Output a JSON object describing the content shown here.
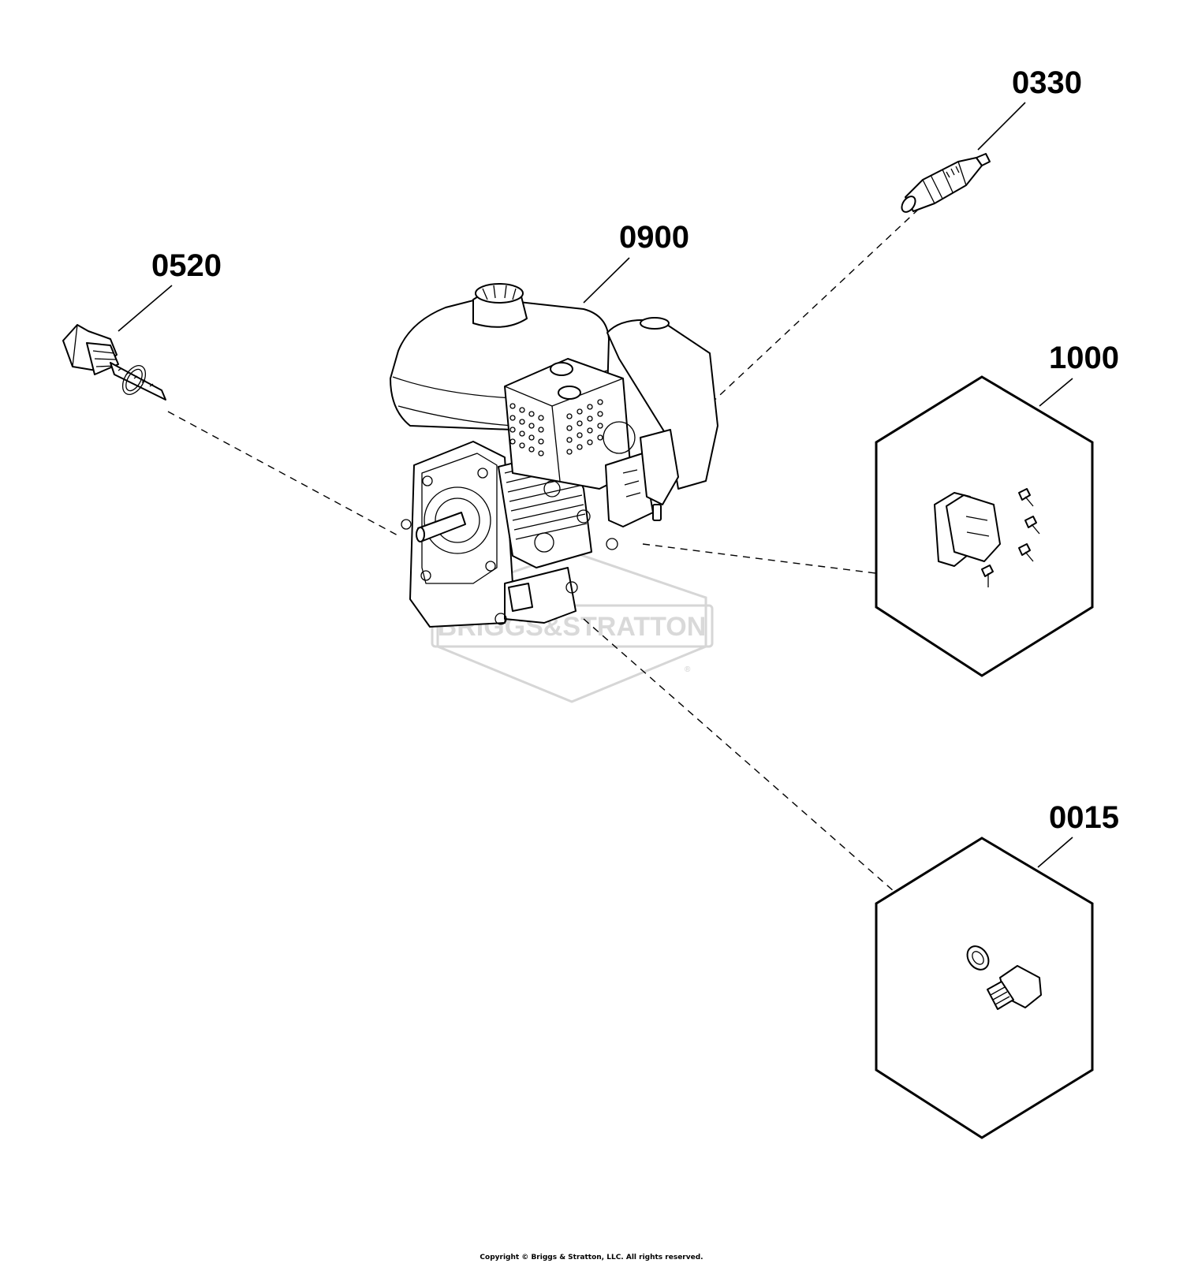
{
  "diagram": {
    "parts": [
      {
        "id": "engine",
        "callout": "0900"
      },
      {
        "id": "dipstick",
        "callout": "0520"
      },
      {
        "id": "spark-plug",
        "callout": "0330"
      },
      {
        "id": "valve-cover-kit",
        "callout": "1000"
      },
      {
        "id": "drain-plug-kit",
        "callout": "0015"
      }
    ],
    "watermark": {
      "text": "BRIGGS&STRATTON",
      "registered": "®"
    },
    "copyright": "Copyright © Briggs & Stratton, LLC. All rights reserved.",
    "colors": {
      "line": "#000000",
      "background": "#ffffff",
      "watermark": "#d9d9d9"
    }
  }
}
